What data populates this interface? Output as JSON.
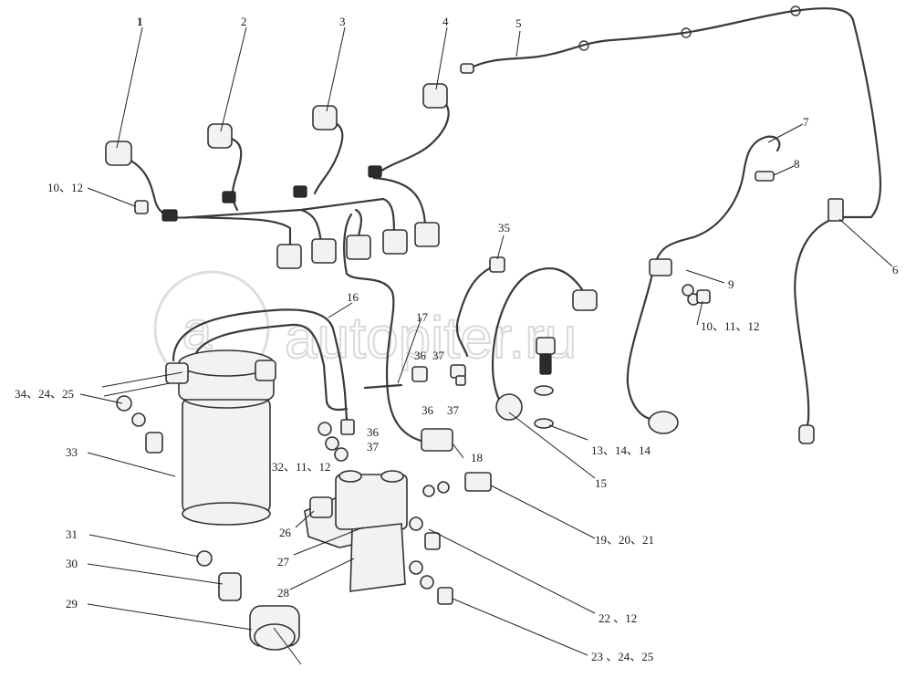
{
  "diagram": {
    "watermark": "autopiter.ru",
    "callouts": [
      {
        "id": "c1",
        "text": "1"
      },
      {
        "id": "c2",
        "text": "2"
      },
      {
        "id": "c3",
        "text": "3"
      },
      {
        "id": "c4",
        "text": "4"
      },
      {
        "id": "c5",
        "text": "5"
      },
      {
        "id": "c6",
        "text": "6"
      },
      {
        "id": "c7",
        "text": "7"
      },
      {
        "id": "c8",
        "text": "8"
      },
      {
        "id": "c9",
        "text": "9"
      },
      {
        "id": "c10",
        "text": "10、12"
      },
      {
        "id": "c11",
        "text": "10、11、12"
      },
      {
        "id": "c12",
        "text": "13、14、14"
      },
      {
        "id": "c13",
        "text": "15"
      },
      {
        "id": "c14",
        "text": "16"
      },
      {
        "id": "c15",
        "text": "17"
      },
      {
        "id": "c16",
        "text": "18"
      },
      {
        "id": "c17",
        "text": "19、20、21"
      },
      {
        "id": "c18",
        "text": "22 、12"
      },
      {
        "id": "c19",
        "text": "23 、24、25"
      },
      {
        "id": "c20",
        "text": "26"
      },
      {
        "id": "c21",
        "text": "27"
      },
      {
        "id": "c22",
        "text": "28"
      },
      {
        "id": "c23",
        "text": "29"
      },
      {
        "id": "c24",
        "text": "30"
      },
      {
        "id": "c25",
        "text": "31"
      },
      {
        "id": "c26",
        "text": "32、11、12"
      },
      {
        "id": "c27",
        "text": "33"
      },
      {
        "id": "c28",
        "text": "34、24、25"
      },
      {
        "id": "c29",
        "text": "35"
      },
      {
        "id": "c30",
        "text": "36"
      },
      {
        "id": "c31",
        "text": "37"
      },
      {
        "id": "c32",
        "text": "36"
      },
      {
        "id": "c33",
        "text": "37"
      },
      {
        "id": "c34",
        "text": "36"
      },
      {
        "id": "c35",
        "text": "37"
      }
    ]
  }
}
